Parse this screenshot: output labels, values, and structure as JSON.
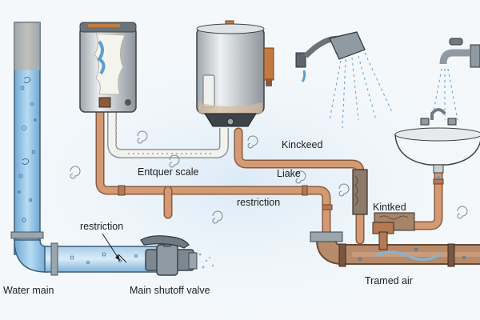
{
  "labels": {
    "water_main": "Water main",
    "main_shutoff_valve": "Main shutoff valve",
    "restriction_left": "restriction",
    "restriction_mid": "restriction",
    "enturer_scale": "Entquer scale",
    "kinckeed": "Kinckeed",
    "liake": "Liake",
    "kintked": "Kintked",
    "tramed_air": "Tramed air"
  },
  "icons": [
    "water-main-pipe-icon",
    "water-heater-tank-icon",
    "water-heater-corroded-icon",
    "shower-head-icon",
    "faucet-icon",
    "sink-icon",
    "shutoff-valve-icon"
  ],
  "colors": {
    "copper": "#c9906a",
    "copper_dark": "#8a5a3c",
    "water": "#7fb6dc",
    "steel": "#8b98a3",
    "tank": "#d9dde0",
    "background_glow": "#dbeaf6"
  }
}
